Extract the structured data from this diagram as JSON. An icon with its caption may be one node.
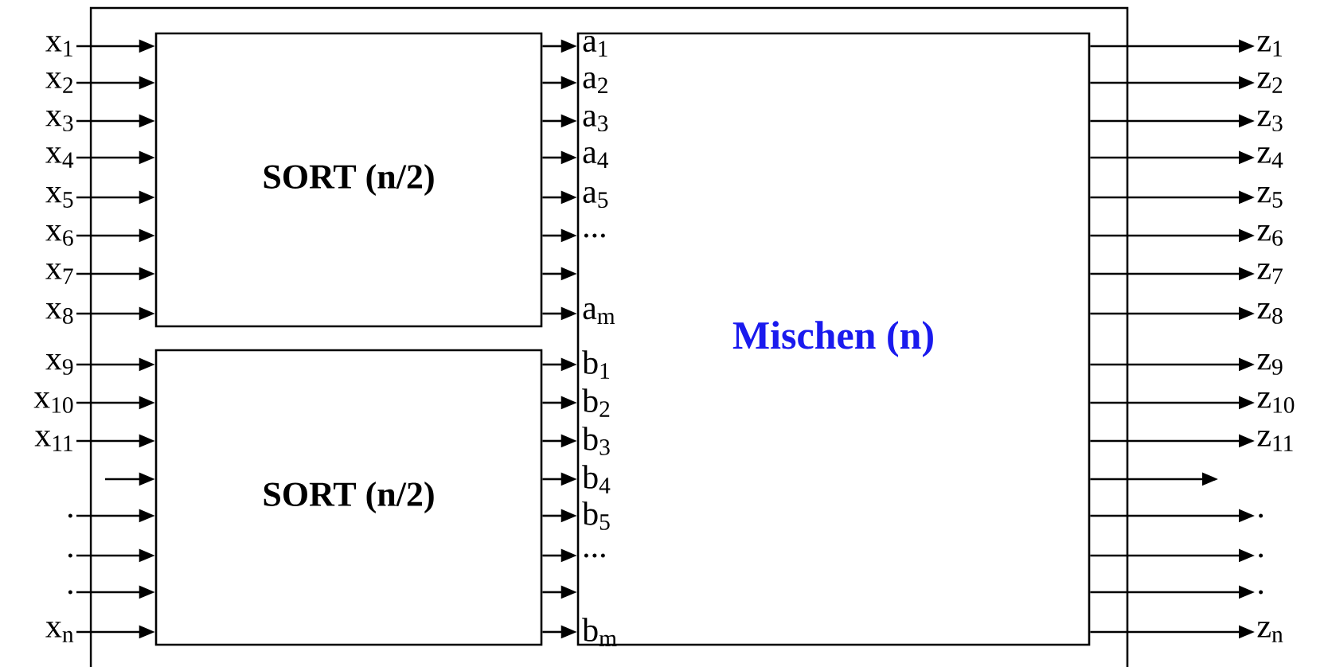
{
  "diagram": {
    "nodes": [
      {
        "text": [],
        "shape": "box"
      },
      {
        "text": [
          "SORT (n/2)"
        ],
        "in": 0
      },
      {
        "text": [
          "SORT (n/2)"
        ],
        "in": 0
      },
      {
        "text": [
          "Mischen (n)"
        ],
        "in": 0
      },
      {
        "text": [
          "x$_{1}$"
        ]
      },
      {
        "text": [
          "x$_{2}$"
        ]
      },
      {
        "text": [
          "x$_{3}$"
        ]
      },
      {
        "text": [
          "x$_{4}$"
        ]
      },
      {
        "text": [
          "x$_{5}$"
        ]
      },
      {
        "text": [
          "x$_{6}$"
        ]
      },
      {
        "text": [
          "x$_{7}$"
        ]
      },
      {
        "text": [
          "x$_{8}$"
        ]
      },
      {
        "text": [
          "x$_{9}$"
        ]
      },
      {
        "text": [
          "x$_{10}$"
        ]
      },
      {
        "text": [
          "x$_{11}$"
        ]
      },
      {
        "text": [
          "."
        ]
      },
      {
        "text": [
          "."
        ]
      },
      {
        "text": [
          "."
        ]
      },
      {
        "text": [
          "x$_{n}$"
        ]
      },
      {
        "text": [
          "z$_{1}$"
        ]
      },
      {
        "text": [
          "z$_{2}$"
        ]
      },
      {
        "text": [
          "z$_{3}$"
        ]
      },
      {
        "text": [
          "z$_{4}$"
        ]
      },
      {
        "text": [
          "z$_{5}$"
        ]
      },
      {
        "text": [
          "z$_{6}$"
        ]
      },
      {
        "text": [
          "z$_{7}$"
        ]
      },
      {
        "text": [
          "z$_{8}$"
        ]
      },
      {
        "text": [
          "z$_{9}$"
        ]
      },
      {
        "text": [
          "z$_{10}$"
        ]
      },
      {
        "text": [
          "z$_{11}$"
        ]
      },
      {
        "text": [
          "."
        ]
      },
      {
        "text": [
          "."
        ]
      },
      {
        "text": [
          "."
        ]
      },
      {
        "text": [
          "z$_{n}$"
        ]
      }
    ],
    "edges": [
      {
        "from": 4,
        "to": 1,
        "arrow": "to"
      },
      {
        "from": 5,
        "to": 1,
        "arrow": "to"
      },
      {
        "from": 6,
        "to": 1,
        "arrow": "to"
      },
      {
        "from": 7,
        "to": 1,
        "arrow": "to"
      },
      {
        "from": 8,
        "to": 1,
        "arrow": "to"
      },
      {
        "from": 9,
        "to": 1,
        "arrow": "to"
      },
      {
        "from": 10,
        "to": 1,
        "arrow": "to"
      },
      {
        "from": 11,
        "to": 1,
        "arrow": "to"
      },
      {
        "from": 12,
        "to": 2,
        "arrow": "to"
      },
      {
        "from": 13,
        "to": 2,
        "arrow": "to"
      },
      {
        "from": 14,
        "to": 2,
        "arrow": "to"
      },
      {
        "from": null,
        "to": 2,
        "arrow": "to"
      },
      {
        "from": 15,
        "to": 2,
        "arrow": "to"
      },
      {
        "from": 16,
        "to": 2,
        "arrow": "to"
      },
      {
        "from": 17,
        "to": 2,
        "arrow": "to"
      },
      {
        "from": 18,
        "to": 2,
        "arrow": "to"
      },
      {
        "from": 1,
        "to": 3,
        "arrow": "to",
        "label": "a$_{1}$"
      },
      {
        "from": 1,
        "to": 3,
        "arrow": "to",
        "label": "a$_{2}$"
      },
      {
        "from": 1,
        "to": 3,
        "arrow": "to",
        "label": "a$_{3}$"
      },
      {
        "from": 1,
        "to": 3,
        "arrow": "to",
        "label": "a$_{4}$"
      },
      {
        "from": 1,
        "to": 3,
        "arrow": "to",
        "label": "a$_{5}$"
      },
      {
        "from": 1,
        "to": 3,
        "arrow": "to",
        "label": "..."
      },
      {
        "from": 1,
        "to": 3,
        "arrow": "to"
      },
      {
        "from": 1,
        "to": 3,
        "arrow": "to",
        "label": "a$_{m}$"
      },
      {
        "from": 2,
        "to": 3,
        "arrow": "to",
        "label": "b$_{1}$"
      },
      {
        "from": 2,
        "to": 3,
        "arrow": "to",
        "label": "b$_{2}$"
      },
      {
        "from": 2,
        "to": 3,
        "arrow": "to",
        "label": "b$_{3}$"
      },
      {
        "from": 2,
        "to": 3,
        "arrow": "to",
        "label": "b$_{4}$"
      },
      {
        "from": 2,
        "to": 3,
        "arrow": "to",
        "label": "b$_{5}$"
      },
      {
        "from": 2,
        "to": 3,
        "arrow": "to",
        "label": "..."
      },
      {
        "from": 2,
        "to": 3,
        "arrow": "to"
      },
      {
        "from": 2,
        "to": 3,
        "arrow": "to",
        "label": "b$_{m}$"
      },
      {
        "from": 3,
        "to": 19,
        "arrow": "to"
      },
      {
        "from": 3,
        "to": 20,
        "arrow": "to"
      },
      {
        "from": 3,
        "to": 21,
        "arrow": "to"
      },
      {
        "from": 3,
        "to": 22,
        "arrow": "to"
      },
      {
        "from": 3,
        "to": 23,
        "arrow": "to"
      },
      {
        "from": 3,
        "to": 24,
        "arrow": "to"
      },
      {
        "from": 3,
        "to": 25,
        "arrow": "to"
      },
      {
        "from": 3,
        "to": 26,
        "arrow": "to"
      },
      {
        "from": 3,
        "to": 27,
        "arrow": "to"
      },
      {
        "from": 3,
        "to": 28,
        "arrow": "to"
      },
      {
        "from": 3,
        "to": 29,
        "arrow": "to"
      },
      {
        "from": 3,
        "to": null,
        "arrow": "to"
      },
      {
        "from": 3,
        "to": 30,
        "arrow": "to"
      },
      {
        "from": 3,
        "to": 31,
        "arrow": "to"
      },
      {
        "from": 3,
        "to": 32,
        "arrow": "to"
      },
      {
        "from": 3,
        "to": 33,
        "arrow": "to"
      }
    ]
  }
}
